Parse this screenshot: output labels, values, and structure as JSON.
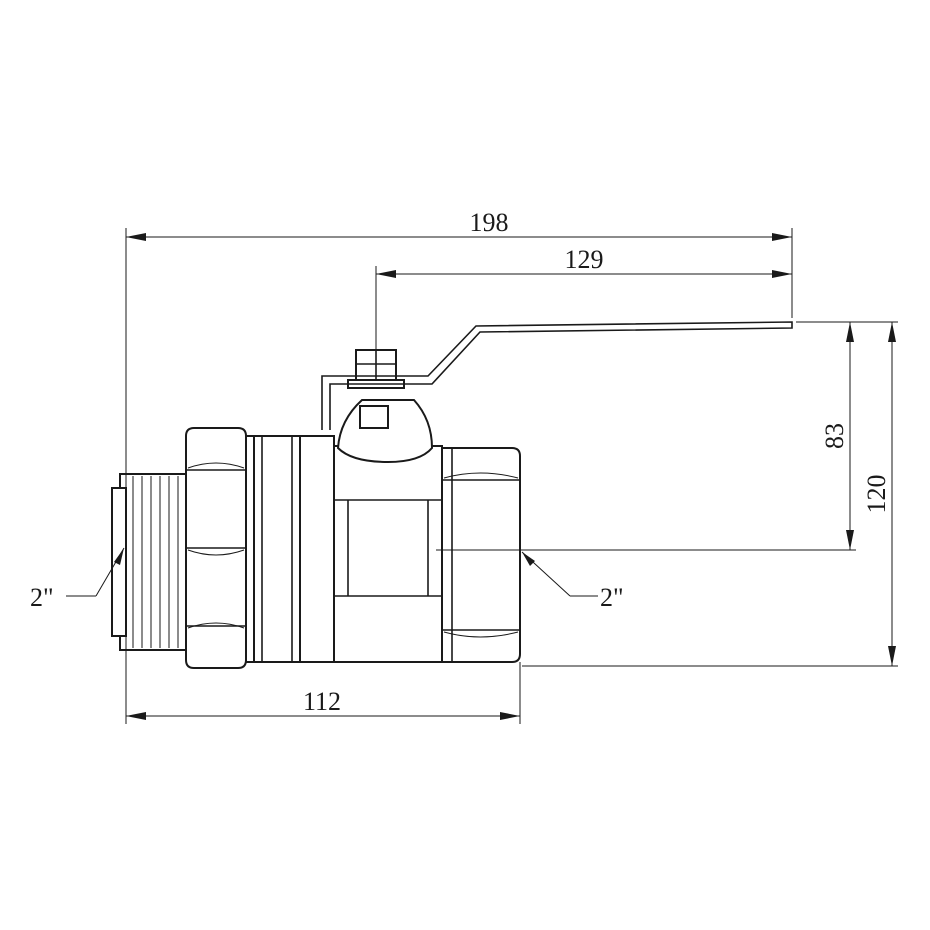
{
  "dimensions": {
    "overall_length": "198",
    "handle_reach": "129",
    "handle_height": "83",
    "overall_height": "120",
    "body_length": "112"
  },
  "threads": {
    "male_end": "2\"",
    "female_end": "2\""
  }
}
